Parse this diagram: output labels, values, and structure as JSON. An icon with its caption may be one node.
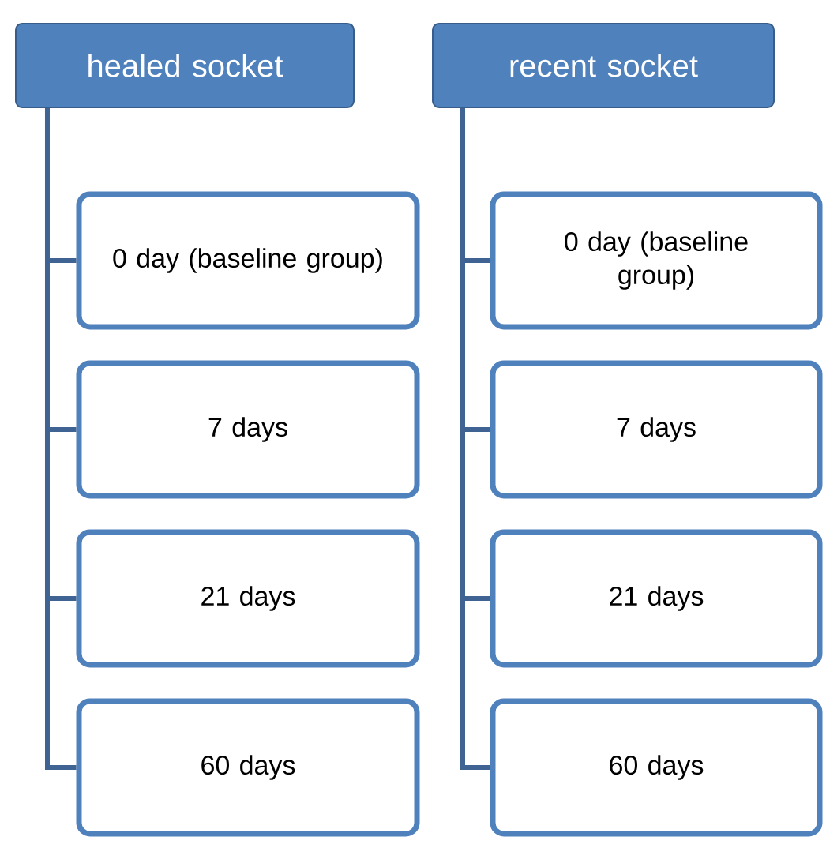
{
  "diagram": {
    "nodes": [
      {
        "text": [
          "healed socket"
        ]
      },
      {
        "text": [
          "0 day (baseline group)"
        ]
      },
      {
        "text": [
          "7 days"
        ]
      },
      {
        "text": [
          "21 days"
        ]
      },
      {
        "text": [
          "60 days"
        ]
      },
      {
        "text": [
          "recent socket"
        ]
      },
      {
        "text": [
          "0 day (baseline group)"
        ]
      },
      {
        "text": [
          "7 days"
        ]
      },
      {
        "text": [
          "21 days"
        ]
      },
      {
        "text": [
          "60 days"
        ]
      }
    ],
    "edges": [
      {
        "from": 0,
        "to": 1,
        "arrow": "none"
      },
      {
        "from": 0,
        "to": 2,
        "arrow": "none"
      },
      {
        "from": 0,
        "to": 3,
        "arrow": "none"
      },
      {
        "from": 0,
        "to": 4,
        "arrow": "none"
      },
      {
        "from": 5,
        "to": 6,
        "arrow": "none"
      },
      {
        "from": 5,
        "to": 7,
        "arrow": "none"
      },
      {
        "from": 5,
        "to": 8,
        "arrow": "none"
      },
      {
        "from": 5,
        "to": 9,
        "arrow": "none"
      }
    ]
  }
}
